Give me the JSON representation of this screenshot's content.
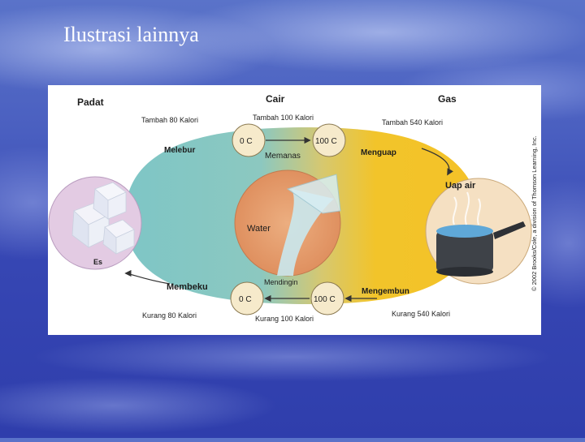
{
  "slide": {
    "title": "Ilustrasi lainnya"
  },
  "diagram": {
    "states": {
      "solid": "Padat",
      "liquid": "Cair",
      "gas": "Gas"
    },
    "top_row": {
      "add_melt": "Tambah 80 Kalori",
      "add_heat": "Tambah 100 Kalori",
      "add_boil": "Tambah 540 Kalori"
    },
    "bottom_row": {
      "sub_freeze": "Kurang 80 Kalori",
      "sub_cool": "Kurang 100 Kalori",
      "sub_condense": "Kurang 540 Kalori"
    },
    "processes": {
      "melt": "Melebur",
      "heat": "Memanas",
      "evaporate": "Menguap",
      "freeze": "Membeku",
      "cool": "Mendingin",
      "condense": "Mengembun"
    },
    "temps": {
      "zero_top": "0 C",
      "hundred_top": "100 C",
      "zero_bottom": "0 C",
      "hundred_bottom": "100 C"
    },
    "labels": {
      "water": "Water",
      "ice": "Es",
      "vapor": "Uap air"
    },
    "copyright": "© 2002 Brooks/Cole, a division of Thomson Learning, Inc.",
    "colors": {
      "solid_lobe": "#7fc4c4",
      "gas_lobe": "#f2c22a",
      "ice_circle": "#e4cce4",
      "water_circle": "#e8a070",
      "vapor_circle": "#f6e2c4",
      "temp_circle": "#f5e9c8"
    }
  }
}
